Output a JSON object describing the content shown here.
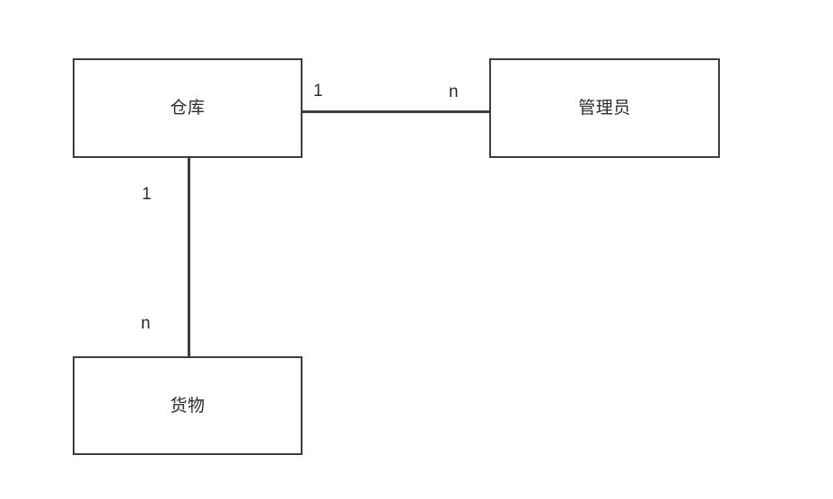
{
  "diagram": {
    "type": "entity-relationship",
    "background_color": "#ffffff",
    "border_color": "#3d3d3d",
    "text_color": "#2b2b2b",
    "entities": [
      {
        "id": "warehouse",
        "label": "仓库"
      },
      {
        "id": "administrator",
        "label": "管理员"
      },
      {
        "id": "goods",
        "label": "货物"
      }
    ],
    "relationships": [
      {
        "id": "warehouse-administrator",
        "orientation": "horizontal",
        "from": "warehouse",
        "to": "administrator",
        "from_cardinality": "1",
        "to_cardinality": "n"
      },
      {
        "id": "warehouse-goods",
        "orientation": "vertical",
        "from": "warehouse",
        "to": "goods",
        "from_cardinality": "1",
        "to_cardinality": "n"
      }
    ]
  }
}
